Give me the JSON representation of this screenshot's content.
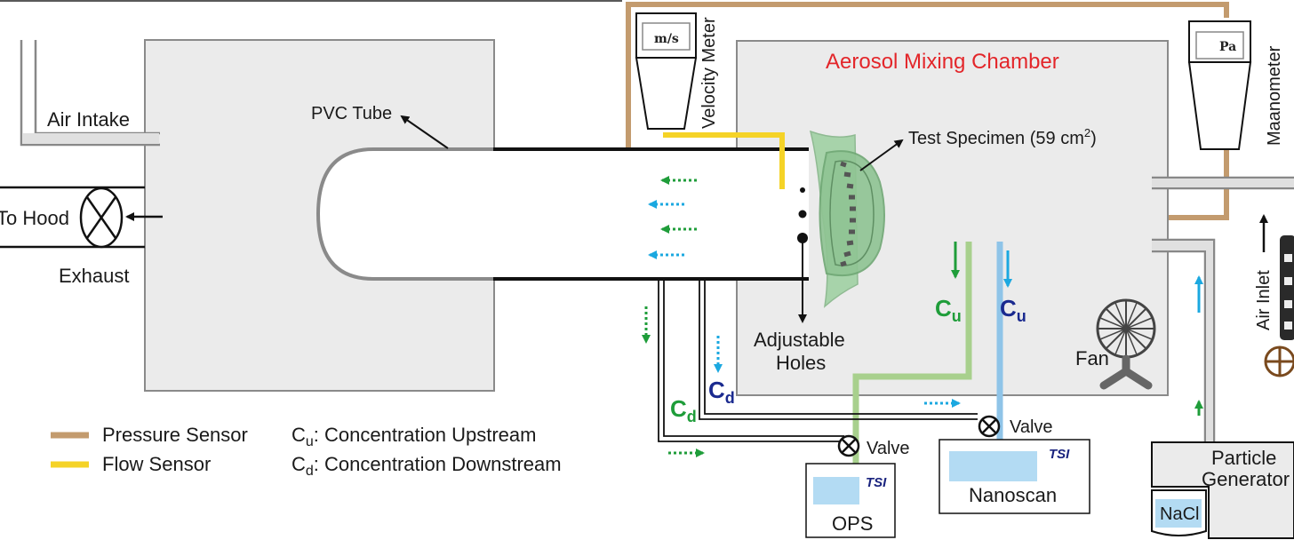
{
  "colors": {
    "pressure_line": "#c39b6e",
    "flow_line": "#f5d327",
    "title_red": "#e3262a",
    "green": "#1f9d3a",
    "cyan": "#1ba8e0",
    "navy": "#1a2a8f",
    "chamber_fill": "#ebebeb",
    "chamber_stroke": "#8a8a8a"
  },
  "labels": {
    "chamber_title": "Aerosol Mixing Chamber",
    "pvc_tube": "PVC Tube",
    "test_specimen": "Test Specimen (59 cm",
    "test_specimen_sup": "2",
    "test_specimen_end": ")",
    "adjustable_line1": "Adjustable",
    "adjustable_line2": "Holes",
    "air_intake": "Air Intake",
    "to_hood": "To Hood",
    "exhaust": "Exhaust",
    "velocity_meter": "Velocity Meter",
    "velocity_unit": "m/s",
    "manometer": "Maanometer",
    "manometer_unit": "Pa",
    "fan": "Fan",
    "valve_ops": "Valve",
    "valve_nano": "Valve",
    "ops": "OPS",
    "nanoscan": "Nanoscan",
    "tsi_ops": "TSI",
    "tsi_nano": "TSI",
    "particle_generator_line1": "Particle",
    "particle_generator_line2": "Generator",
    "nacl": "NaCl",
    "air_inlet": "Air Inlet"
  },
  "symbols": {
    "c": "C",
    "u": "u",
    "d": "d"
  },
  "legend": {
    "pressure_sensor": "Pressure Sensor",
    "flow_sensor": "Flow Sensor",
    "cu_main": "C",
    "cu_sub": "u",
    "cu_text": ": Concentration Upstream",
    "cd_main": "C",
    "cd_sub": "d",
    "cd_text": ": Concentration Downstream"
  }
}
